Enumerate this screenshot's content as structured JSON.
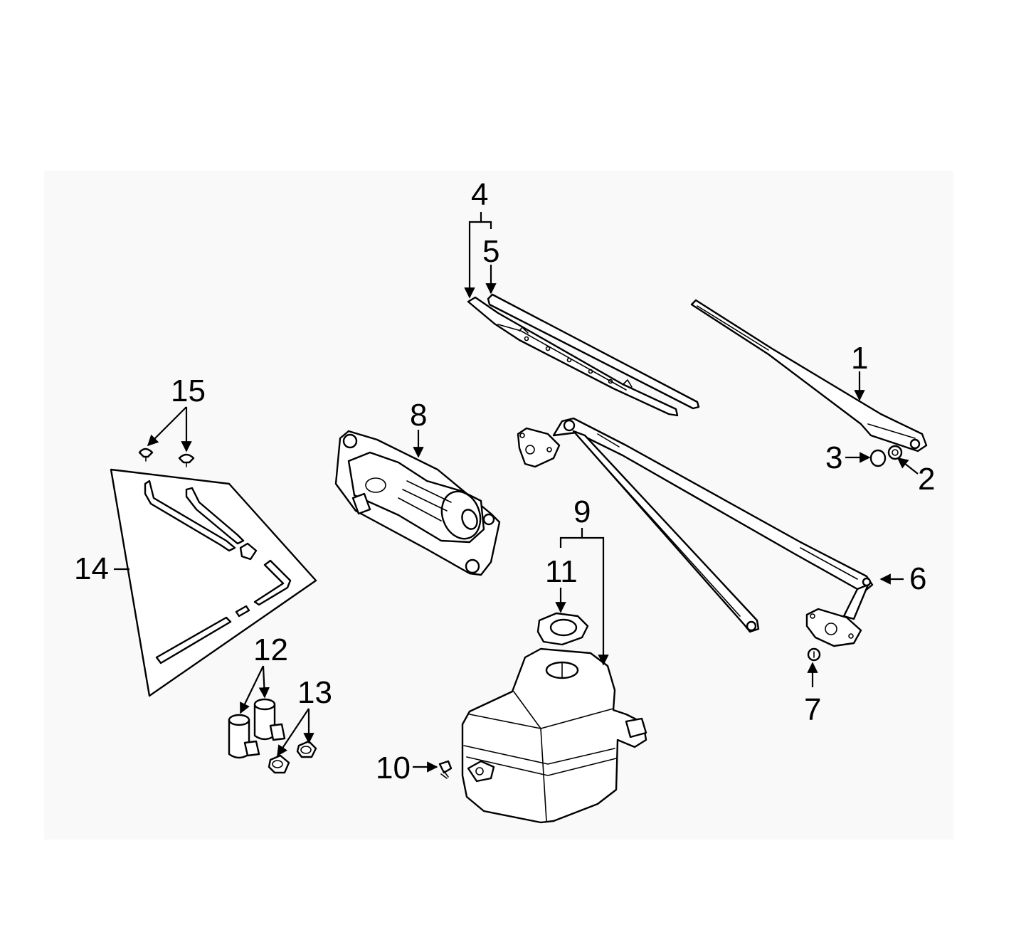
{
  "callouts": {
    "c1": "1",
    "c2": "2",
    "c3": "3",
    "c4": "4",
    "c5": "5",
    "c6": "6",
    "c7": "7",
    "c8": "8",
    "c9": "9",
    "c10": "10",
    "c11": "11",
    "c12": "12",
    "c13": "13",
    "c14": "14",
    "c15": "15"
  },
  "colors": {
    "line": "#000000",
    "background": "#ffffff",
    "panel": "#f9f9f9"
  },
  "icons": {
    "arrowhead": "triangle-arrowhead"
  }
}
